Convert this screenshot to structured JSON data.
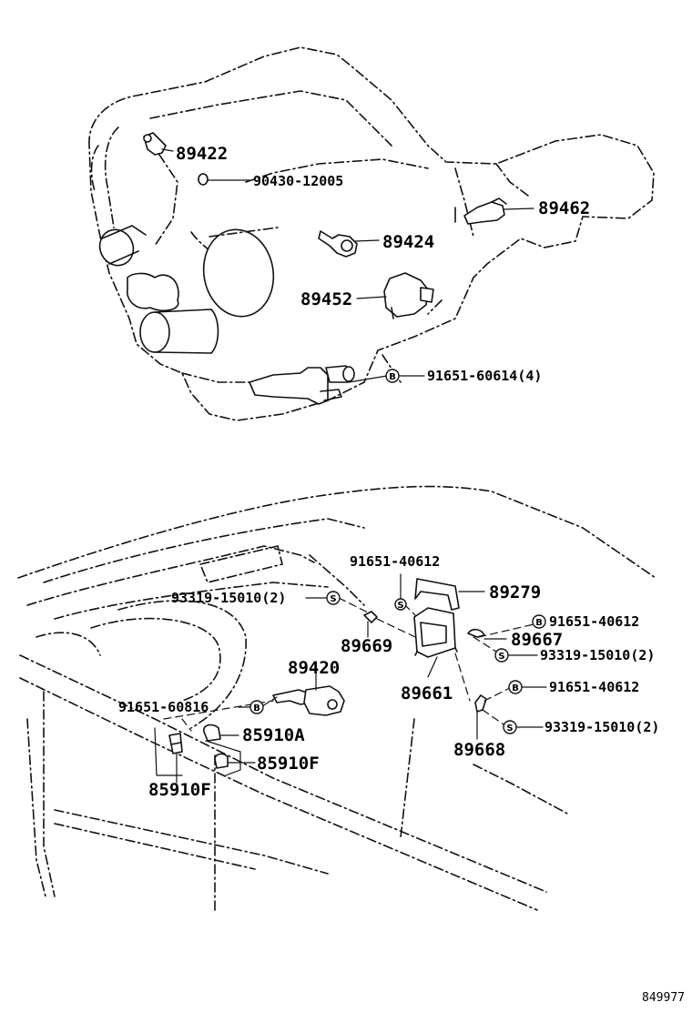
{
  "diagram": {
    "code": "849977",
    "symbols": {
      "bolt": "B",
      "screw": "S"
    },
    "parts": {
      "p89422": "89422",
      "p90430": "90430-12005",
      "p89462": "89462",
      "p89424": "89424",
      "p89452": "89452",
      "p91651_60614": "91651-60614(4)",
      "p91651_40612_a": "91651-40612",
      "p93319_a": "93319-15010(2)",
      "p89279": "89279",
      "p91651_40612_b": "91651-40612",
      "p89669": "89669",
      "p89667": "89667",
      "p89420": "89420",
      "p93319_b": "93319-15010(2)",
      "p91651_60816": "91651-60816",
      "p89661": "89661",
      "p91651_40612_c": "91651-40612",
      "p85910A": "85910A",
      "p93319_c": "93319-15010(2)",
      "p85910F_a": "85910F",
      "p89668": "89668",
      "p85910F_b": "85910F"
    }
  }
}
